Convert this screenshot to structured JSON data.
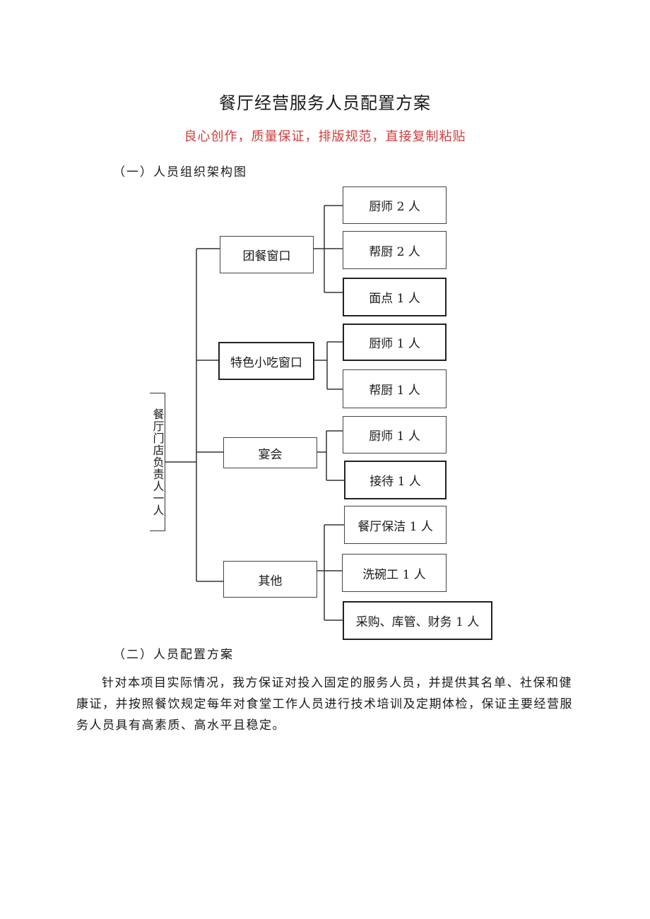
{
  "title": "餐厅经营服务人员配置方案",
  "subtitle": "良心创作，质量保证，排版规范，直接复制粘贴",
  "section1_heading": "（一）人员组织架构图",
  "section2_heading": "（二）人员配置方案",
  "paragraph": "针对本项目实际情况，我方保证对投入固定的服务人员，并提供其名单、社保和健康证，并按照餐饮规定每年对食堂工作人员进行技术培训及定期体检，保证主要经营服务人员具有高素质、高水平且稳定。",
  "org_chart": {
    "root": "餐厅门店负责人一人",
    "groups": [
      {
        "name": "团餐窗口",
        "roles": [
          "厨师 2 人",
          "帮厨 2 人",
          "面点 1 人"
        ]
      },
      {
        "name": "特色小吃窗口",
        "roles": [
          "厨师 1 人",
          "帮厨 1 人"
        ]
      },
      {
        "name": "宴会",
        "roles": [
          "厨师 1 人",
          "接待 1 人"
        ]
      },
      {
        "name": "其他",
        "roles": [
          "餐厅保洁 1 人",
          "洗碗工 1 人",
          "采购、库管、财务 1 人"
        ]
      }
    ]
  }
}
